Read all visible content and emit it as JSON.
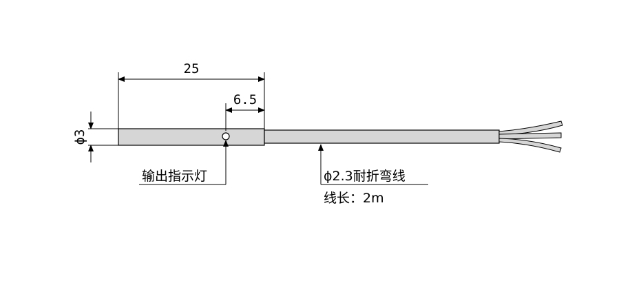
{
  "dimensions": {
    "total_length": "25",
    "indicator_offset": "6.5",
    "diameter": "ϕ3"
  },
  "labels": {
    "indicator": "输出指示灯",
    "cable_spec": "ϕ2.3耐折弯线",
    "cable_length": "线长：2m"
  },
  "colors": {
    "sensor_body": "#d6d6d6",
    "cable": "#d6d6d6",
    "line": "#000000"
  }
}
